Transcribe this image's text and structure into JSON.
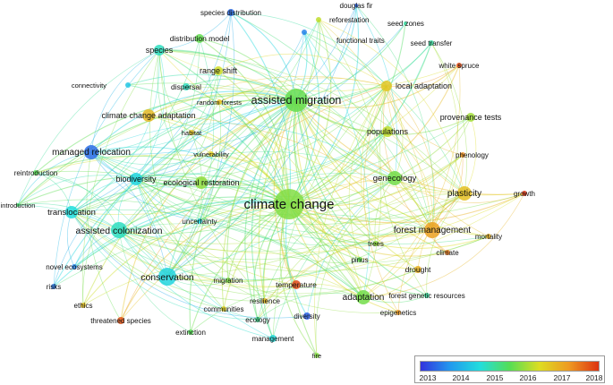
{
  "legend": {
    "ticks": [
      "2013",
      "2014",
      "2015",
      "2016",
      "2017",
      "2018"
    ],
    "colors": [
      "#3333dd",
      "#2299ee",
      "#22dddd",
      "#55dd55",
      "#dddd22",
      "#ee9922",
      "#dd3311"
    ]
  },
  "nodes": [
    {
      "label": "climate change",
      "year": 2015.8
    },
    {
      "label": "assisted migration",
      "year": 2015.6
    },
    {
      "label": "species distribution",
      "year": 2013.3
    },
    {
      "label": "douglas fir",
      "year": 2013.2
    },
    {
      "label": "reforestation",
      "year": 2016.2
    },
    {
      "label": "seed zones",
      "year": 2015.0
    },
    {
      "label": "functional traits",
      "year": 2013.5
    },
    {
      "label": "seed transfer",
      "year": 2015.0
    },
    {
      "label": "distribution model",
      "year": 2015.6
    },
    {
      "label": "species",
      "year": 2014.8
    },
    {
      "label": "range shift",
      "year": 2016.3
    },
    {
      "label": "white spruce",
      "year": 2018.0
    },
    {
      "label": "connectivity",
      "year": 2014.3
    },
    {
      "label": "dispersal",
      "year": 2014.8
    },
    {
      "label": "local adaptation",
      "year": 2016.7
    },
    {
      "label": "random forests",
      "year": 2016.8
    },
    {
      "label": "climate change adaptation",
      "year": 2016.9
    },
    {
      "label": "provenance tests",
      "year": 2016.0
    },
    {
      "label": "habitat",
      "year": 2016.8
    },
    {
      "label": "populations",
      "year": 2016.2
    },
    {
      "label": "managed relocation",
      "year": 2013.3
    },
    {
      "label": "vulnerability",
      "year": 2016.6
    },
    {
      "label": "phenology",
      "year": 2017.4
    },
    {
      "label": "reintroduction",
      "year": 2015.5
    },
    {
      "label": "biodiversity",
      "year": 2014.5
    },
    {
      "label": "ecological restoration",
      "year": 2015.9
    },
    {
      "label": "genecology",
      "year": 2015.7
    },
    {
      "label": "plasticity",
      "year": 2016.8
    },
    {
      "label": "growth",
      "year": 2018.2
    },
    {
      "label": "introduction",
      "year": 2015.3
    },
    {
      "label": "translocation",
      "year": 2014.6
    },
    {
      "label": "uncertainty",
      "year": 2014.5
    },
    {
      "label": "assisted colonization",
      "year": 2014.8
    },
    {
      "label": "forest management",
      "year": 2017.2
    },
    {
      "label": "mortality",
      "year": 2017.0
    },
    {
      "label": "trees",
      "year": 2015.9
    },
    {
      "label": "climate",
      "year": 2017.6
    },
    {
      "label": "novel ecosystems",
      "year": 2013.5
    },
    {
      "label": "pinus",
      "year": 2015.6
    },
    {
      "label": "drought",
      "year": 2017.0
    },
    {
      "label": "conservation",
      "year": 2014.5
    },
    {
      "label": "migration",
      "year": 2015.8
    },
    {
      "label": "temperature",
      "year": 2018.0
    },
    {
      "label": "risks",
      "year": 2013.4
    },
    {
      "label": "resilience",
      "year": 2016.9
    },
    {
      "label": "adaptation",
      "year": 2015.7
    },
    {
      "label": "forest genetic resources",
      "year": 2015.0
    },
    {
      "label": "ethics",
      "year": 2016.8
    },
    {
      "label": "communities",
      "year": 2016.6
    },
    {
      "label": "epigenetics",
      "year": 2017.3
    },
    {
      "label": "threatened species",
      "year": 2017.9
    },
    {
      "label": "ecology",
      "year": 2015.1
    },
    {
      "label": "diversity",
      "year": 2013.2
    },
    {
      "label": "extinction",
      "year": 2015.5
    },
    {
      "label": "management",
      "year": 2014.6
    },
    {
      "label": "fire",
      "year": 2015.8
    }
  ]
}
